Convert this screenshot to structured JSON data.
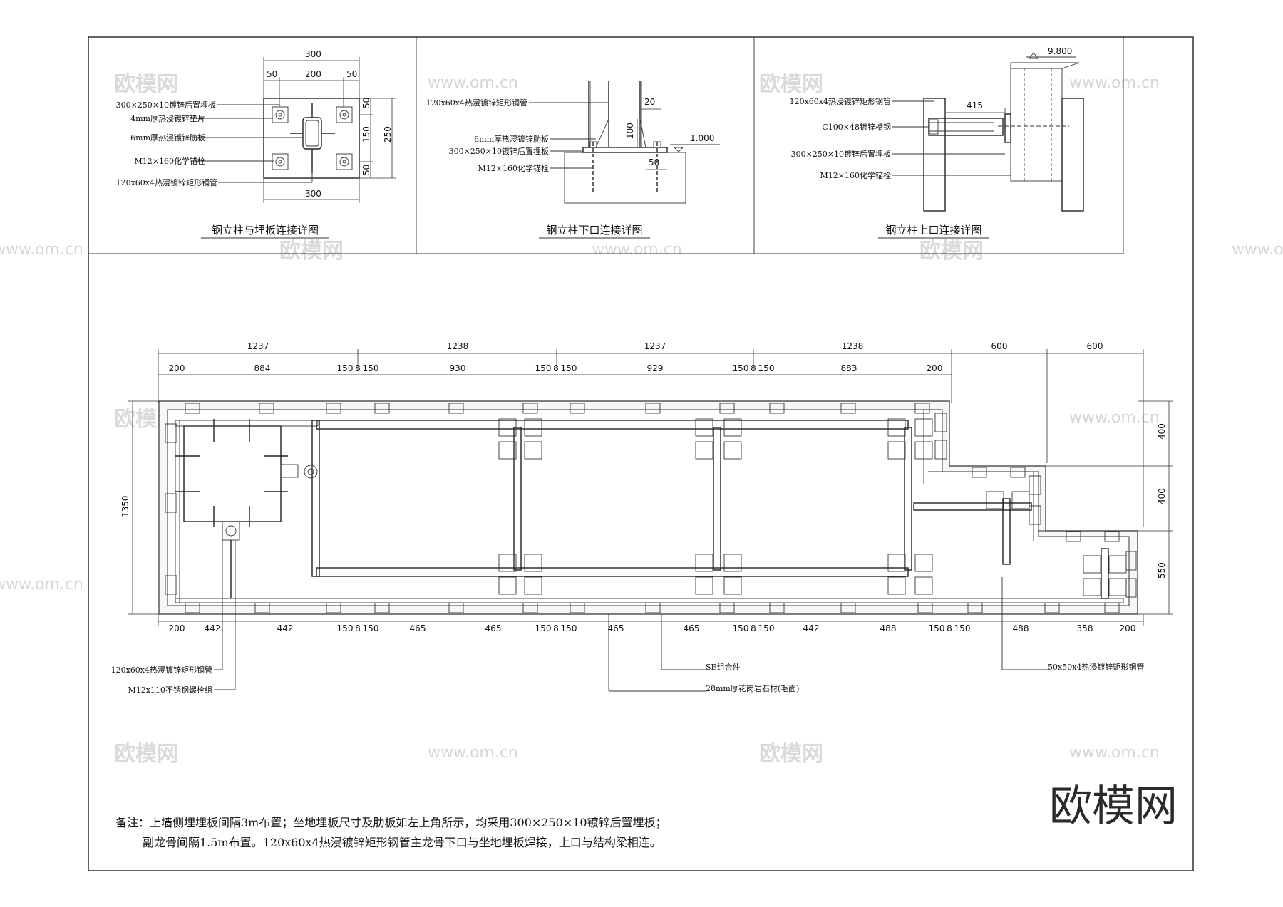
{
  "details": {
    "d1": {
      "title": "钢立柱与埋板连接详图",
      "labels": [
        "300×250×10镀锌后置埋板",
        "4mm厚热浸镀锌垫片",
        "6mm厚热浸镀锌肋板",
        "M12×160化学锚栓",
        "120x60x4热浸镀锌矩形钢管"
      ],
      "dims_top": [
        "300",
        "50",
        "200",
        "50"
      ],
      "dims_right": [
        "50",
        "150",
        "50",
        "250"
      ],
      "dim_bottom": "300"
    },
    "d2": {
      "title": "钢立柱下口连接详图",
      "labels": [
        "120x60x4热浸镀锌矩形钢管",
        "6mm厚热浸镀锌肋板",
        "300×250×10镀锌后置埋板",
        "M12×160化学锚栓"
      ],
      "dims": [
        "20",
        "100",
        "50"
      ],
      "elev": "1.000"
    },
    "d3": {
      "title": "钢立柱上口连接详图",
      "labels": [
        "120x60x4热浸镀锌矩形钢管",
        "C100×48镀锌槽钢",
        "300×250×10镀锌后置埋板",
        "M12×160化学锚栓"
      ],
      "dims": [
        "415"
      ],
      "elev": "9.800"
    }
  },
  "plan": {
    "dims_top_row1": [
      "1237",
      "1238",
      "1237",
      "1238",
      "600",
      "600"
    ],
    "dims_top_row2": [
      "200",
      "884",
      "150",
      "8",
      "150",
      "930",
      "150",
      "8",
      "150",
      "929",
      "150",
      "8",
      "150",
      "883",
      "200"
    ],
    "dims_bottom": [
      "200",
      "442",
      "442",
      "150",
      "8",
      "150",
      "465",
      "465",
      "150",
      "8",
      "150",
      "465",
      "465",
      "150",
      "8",
      "150",
      "442",
      "488",
      "150",
      "8",
      "150",
      "488",
      "358",
      "200"
    ],
    "dim_left": "1350",
    "dims_right": [
      "400",
      "400",
      "550"
    ],
    "labels": [
      "120x60x4热浸镀锌矩形钢管",
      "M12x110不锈钢螺栓组",
      "SE组合件",
      "28mm厚花岗岩石材(毛面)",
      "50x50x4热浸镀锌矩形钢管"
    ]
  },
  "notes": {
    "line1": "备注：上墙侧埋埋板间隔3m布置；坐地埋板尺寸及肋板如左上角所示，均采用300×250×10镀锌后置埋板；",
    "line2": "副龙骨间隔1.5m布置。120x60x4热浸镀锌矩形钢管主龙骨下口与坐地埋板焊接，上口与结构梁相连。"
  },
  "watermark": {
    "cn": "欧模网",
    "url": "www.om.cn"
  }
}
